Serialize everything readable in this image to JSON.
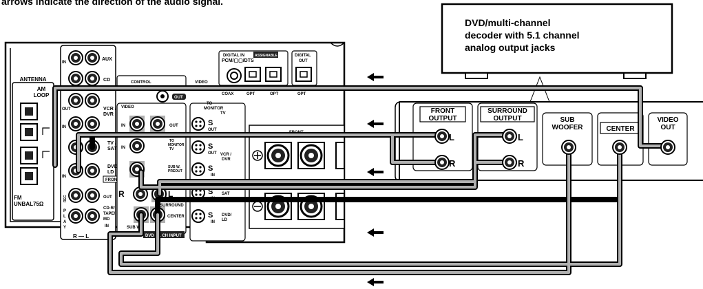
{
  "caption": "arrows indicate the direction of the audio signal.",
  "decoder": {
    "label_lines": [
      "DVD/multi-channel",
      "decoder with 5.1 channel",
      "analog output jacks"
    ],
    "front_output": [
      "FRONT",
      "OUTPUT"
    ],
    "surround_output": [
      "SURROUND",
      "OUTPUT"
    ],
    "sub_woofer": [
      "SUB",
      "WOOFER"
    ],
    "center": "CENTER",
    "video_out": [
      "VIDEO",
      "OUT"
    ],
    "left": "L",
    "right": "R"
  },
  "receiver": {
    "antenna": "ANTENNA",
    "am_loop": [
      "AM",
      "LOOP"
    ],
    "fm": [
      "FM",
      "UNBAL75Ω"
    ],
    "aux": "AUX",
    "cd": "CD",
    "vcr_dvr": [
      "VCR /",
      "DVR"
    ],
    "tv_sat": [
      "TV /",
      "SAT"
    ],
    "dvd_ld": [
      "DVD/",
      "LD"
    ],
    "front": "FRONT",
    "cdr_tape_md": [
      "CD-R/",
      "TAPE/",
      "MD"
    ],
    "play": [
      "P",
      "L",
      "A",
      "Y"
    ],
    "rec": "REC",
    "in": "IN",
    "out": "OUT",
    "r_l": "R — L",
    "control": "CONTROL",
    "video": "VIDEO",
    "digital_in": "DIGITAL IN",
    "assignable": "ASSIGNABLE",
    "pcm": "PCM/▢▢/DTS",
    "digital_out": [
      "DIGITAL",
      "OUT"
    ],
    "coax": "COAX",
    "opt": "OPT",
    "to_monitor": [
      "TO",
      "MONITOR",
      "TV"
    ],
    "sub_w_preout": [
      "SUB W.",
      "PREOUT"
    ],
    "surround": "SURROUND",
    "center": "CENTER",
    "sub_w": "SUB W.",
    "dvd_51": "DVD 5.1 CH INPUT",
    "s": "S",
    "r": "R",
    "l": "L"
  },
  "colors": {
    "line": "#000000",
    "fill": "#ffffff",
    "shade": "#b0b0b0",
    "dark": "#222222"
  }
}
